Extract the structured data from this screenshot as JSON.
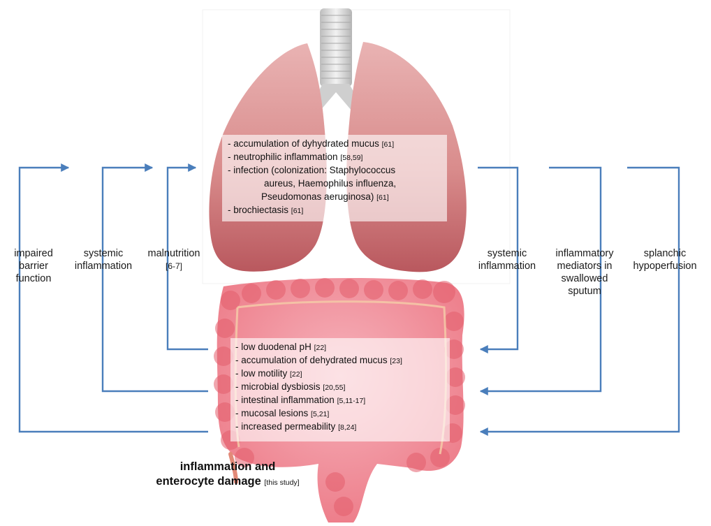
{
  "colors": {
    "arrow": "#4a7ebb",
    "lung": "#d98c8c",
    "lung_dark": "#b9585e",
    "intestine": "#ee7f8a",
    "intestine_dark": "#d8505f",
    "trachea": "#dcdcdc"
  },
  "lung_findings": {
    "items": [
      {
        "text": "- accumulation of dyhydrated mucus ",
        "ref": "[61]"
      },
      {
        "text": "- neutrophilic inflammation ",
        "ref": "[58,59]"
      },
      {
        "text": "- infection (colonization: Staphylococcus",
        "ref": ""
      },
      {
        "text": "aureus, Haemophilus influenza,",
        "ref": ""
      },
      {
        "text": "Pseudomonas aeruginosa) ",
        "ref": "[61]"
      },
      {
        "text": "- brochiectasis ",
        "ref": "[61]"
      }
    ]
  },
  "gut_findings": {
    "items": [
      {
        "text": "- low duodenal pH ",
        "ref": "[22]"
      },
      {
        "text": "- accumulation of dehydrated mucus ",
        "ref": "[23]"
      },
      {
        "text": "- low motility ",
        "ref": "[22]"
      },
      {
        "text": "- microbial dysbiosis ",
        "ref": "[20,55]"
      },
      {
        "text": "- intestinal inflammation ",
        "ref": "[5,11-17]"
      },
      {
        "text": "- mucosal lesions ",
        "ref": "[5,21]"
      },
      {
        "text": "- increased permeability ",
        "ref": "[8,24]"
      }
    ]
  },
  "labels": {
    "impaired_barrier": [
      "impaired",
      "barrier",
      "function"
    ],
    "systemic_left": [
      "systemic",
      "inflammation"
    ],
    "malnutrition": "malnutrition",
    "malnutrition_ref": "[6-7]",
    "systemic_right": [
      "systemic",
      "inflammation"
    ],
    "mediators": [
      "inflammatory",
      "mediators in",
      "swallowed",
      "sputum"
    ],
    "splanchnic": [
      "splanchic",
      "hypoperfusion"
    ]
  },
  "caption": {
    "line1": "inflammation and",
    "line2": "enterocyte damage",
    "ref": "[this study]"
  }
}
